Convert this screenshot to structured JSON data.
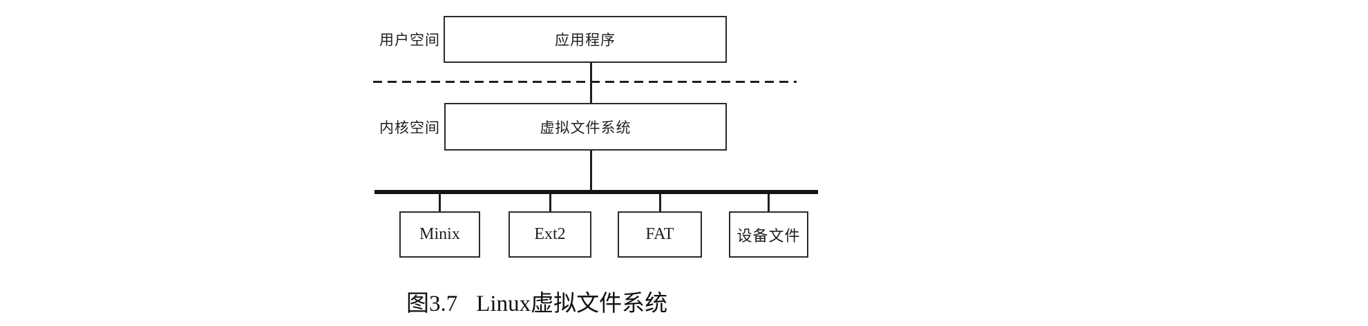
{
  "figure": {
    "labels": {
      "user_space": "用户空间",
      "kernel_space": "内核空间"
    },
    "boxes": {
      "application": "应用程序",
      "vfs": "虚拟文件系统"
    },
    "filesystems": [
      {
        "label": "Minix"
      },
      {
        "label": "Ext2"
      },
      {
        "label": "FAT"
      },
      {
        "label": "设备文件"
      }
    ],
    "caption": {
      "number": "图3.7",
      "title": "Linux虚拟文件系统"
    },
    "colors": {
      "line": "#1e1e1e",
      "background": "#ffffff"
    }
  }
}
